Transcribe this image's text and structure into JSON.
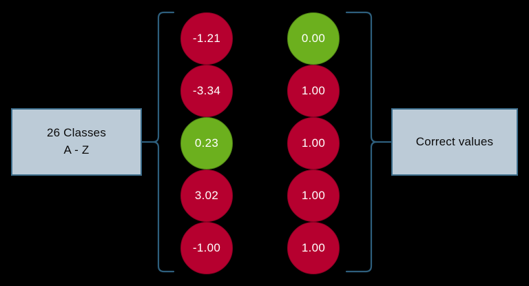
{
  "diagram": {
    "background_color": "#000000",
    "box_fill": "#bccbd7",
    "box_border": "#3d6e8c",
    "bracket_color": "#2e5f7d",
    "node_red": "#b6002f",
    "node_green": "#6cb01e",
    "node_text_color": "#ffffff"
  },
  "left_box": {
    "line1": "26 Classes",
    "line2": "A - Z"
  },
  "right_box": {
    "label": "Correct values"
  },
  "columns": [
    {
      "name": "logits",
      "nodes": [
        {
          "value": "-1.21",
          "color": "red"
        },
        {
          "value": "-3.34",
          "color": "red"
        },
        {
          "value": "0.23",
          "color": "green"
        },
        {
          "value": "3.02",
          "color": "red"
        },
        {
          "value": "-1.00",
          "color": "red"
        }
      ]
    },
    {
      "name": "targets",
      "nodes": [
        {
          "value": "0.00",
          "color": "green"
        },
        {
          "value": "1.00",
          "color": "red"
        },
        {
          "value": "1.00",
          "color": "red"
        },
        {
          "value": "1.00",
          "color": "red"
        },
        {
          "value": "1.00",
          "color": "red"
        }
      ]
    }
  ]
}
